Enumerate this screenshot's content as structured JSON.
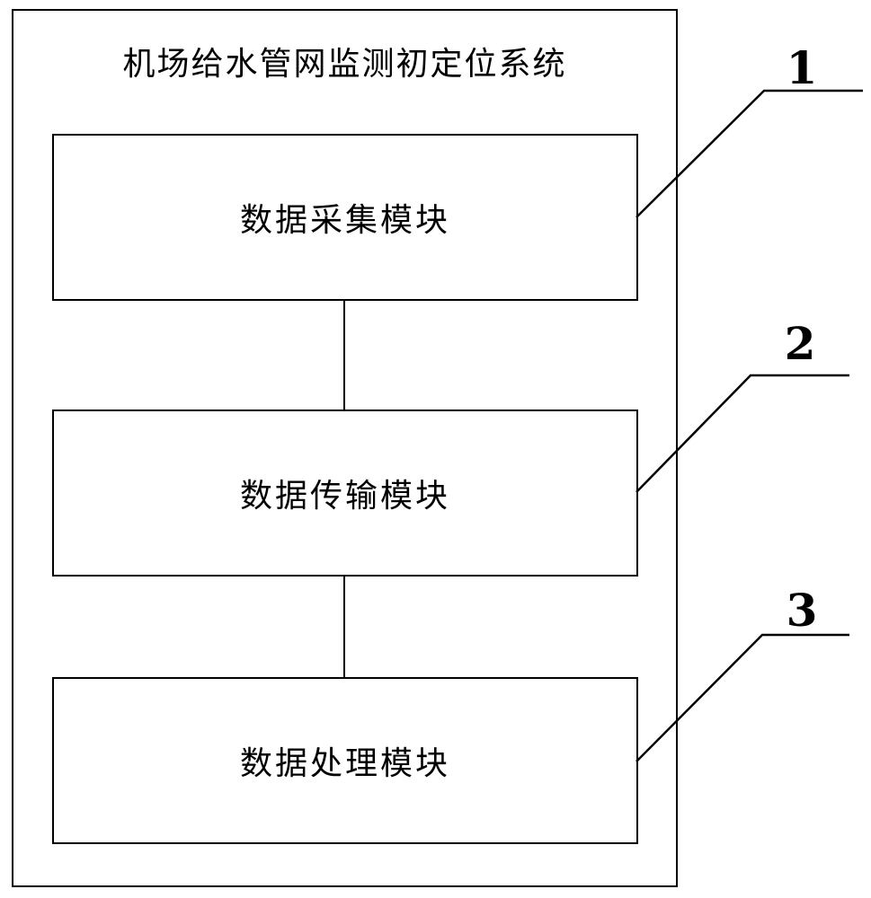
{
  "system": {
    "title": "机场给水管网监测初定位系统"
  },
  "modules": [
    {
      "label": "数据采集模块",
      "ref": "1"
    },
    {
      "label": "数据传输模块",
      "ref": "2"
    },
    {
      "label": "数据处理模块",
      "ref": "3"
    }
  ],
  "colors": {
    "line": "#000000",
    "background": "#ffffff"
  }
}
